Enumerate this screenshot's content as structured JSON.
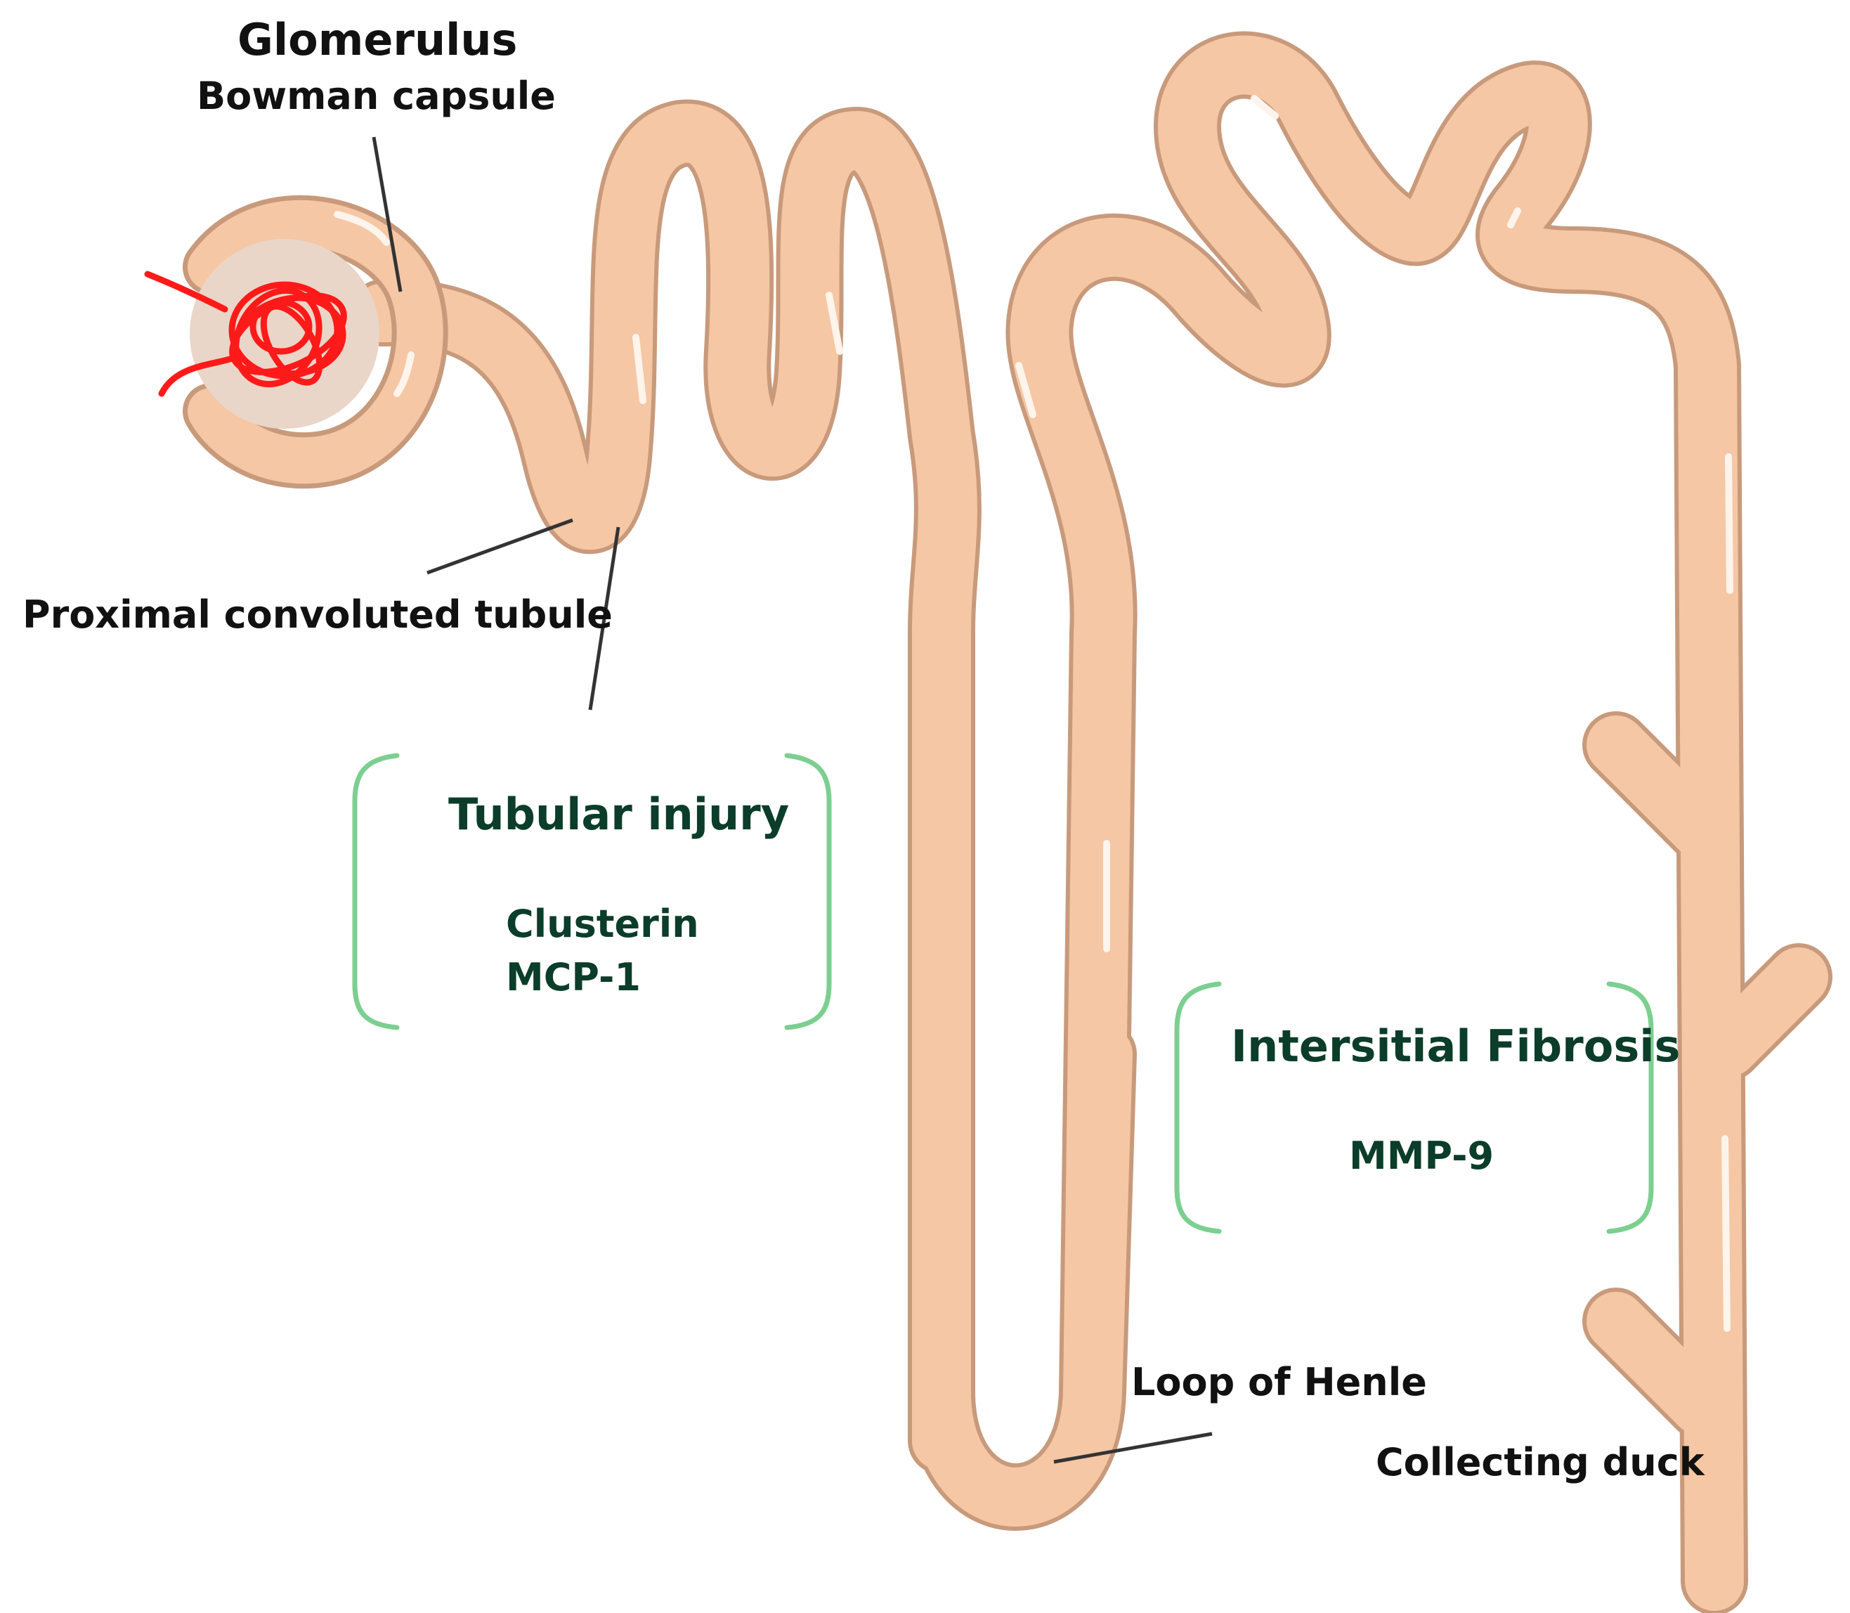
{
  "labels": {
    "glomerulus": "Glomerulus",
    "bowman": "Bowman capsule",
    "proximal": "Proximal convoluted tubule",
    "henle": "Loop of Henle",
    "collecting": "Collecting duck"
  },
  "boxes": {
    "tubular": {
      "title": "Tubular injury",
      "markers": [
        "Clusterin",
        "MCP-1"
      ]
    },
    "fibrosis": {
      "title": "Intersitial Fibrosis",
      "markers": [
        "MMP-9"
      ]
    }
  },
  "colors": {
    "tubule_fill": "#f5c7a4",
    "tubule_outline": "#c89a7c",
    "glomerulus": "#ff1a1a",
    "bracket": "#7ccf90",
    "box_text": "#0b3d2a"
  }
}
